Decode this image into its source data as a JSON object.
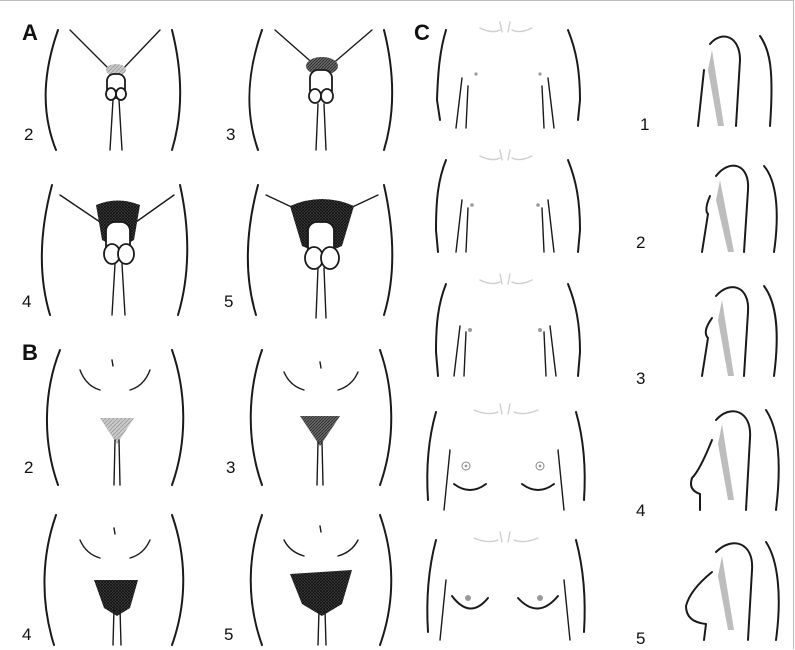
{
  "panels": {
    "A": {
      "letter": "A",
      "stages": [
        "2",
        "3",
        "4",
        "5"
      ]
    },
    "B": {
      "letter": "B",
      "stages": [
        "2",
        "3",
        "4",
        "5"
      ]
    },
    "C": {
      "letter": "C",
      "stages": [
        "1",
        "2",
        "3",
        "4",
        "5"
      ]
    }
  },
  "colors": {
    "line": "#1a1a1a",
    "hair_light": "#b8b8b8",
    "hair_dark": "#3a3a3a",
    "shade": "#bdbdbd",
    "background": "#ffffff",
    "frame": "#bdbdbd"
  },
  "shading": {
    "pubic_hair_density_by_stage": [
      "light",
      "medium",
      "dense",
      "very-dense"
    ]
  }
}
